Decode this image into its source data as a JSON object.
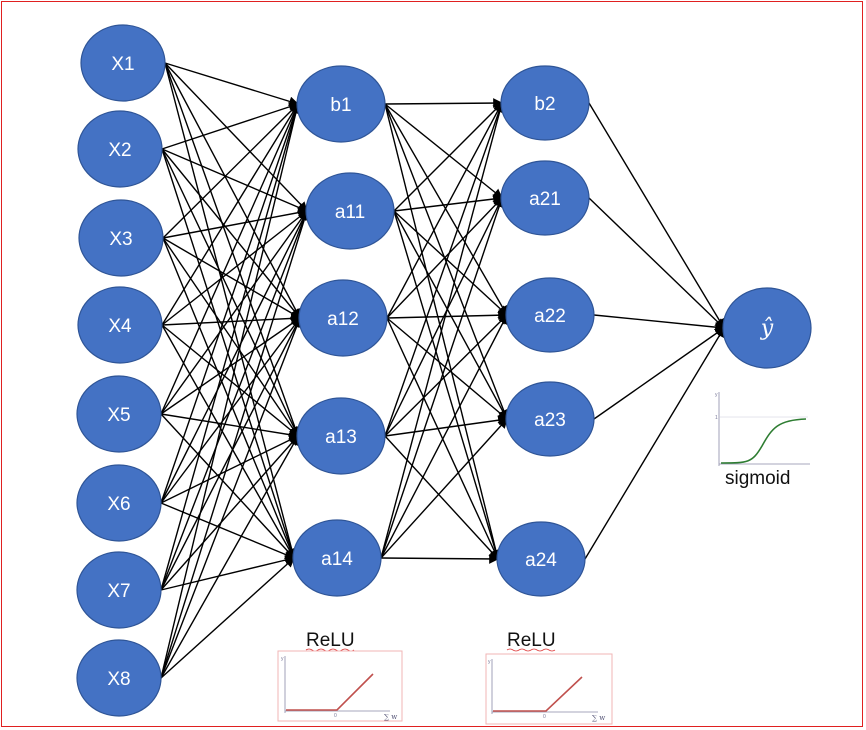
{
  "diagram": {
    "layers": [
      {
        "nodes": [
          "X1",
          "X2",
          "X3",
          "X4",
          "X5",
          "X6",
          "X7",
          "X8"
        ]
      },
      {
        "nodes": [
          "b1",
          "a11",
          "a12",
          "a13",
          "a14"
        ],
        "activation": "ReLU"
      },
      {
        "nodes": [
          "b2",
          "a21",
          "a22",
          "a23",
          "a24"
        ],
        "activation": "ReLU"
      },
      {
        "nodes": [
          "ŷ"
        ],
        "activation": "sigmoid"
      }
    ],
    "colors": {
      "node_fill": "#4472c4",
      "node_stroke": "#2f5597",
      "edge": "#000000",
      "relu_line": "#c0504d",
      "sigmoid_line": "#2e7d32",
      "frame": "#e02020"
    },
    "activation_plots": {
      "relu_1": {
        "caption": "ReLU",
        "y_axis": "y",
        "x_axis": "∑ w",
        "tick": "0"
      },
      "relu_2": {
        "caption": "ReLU",
        "y_axis": "y",
        "x_axis": "∑ w",
        "tick": "0"
      },
      "sigmoid": {
        "caption": "sigmoid",
        "y_axis": "y",
        "tick_top": "1"
      }
    }
  }
}
